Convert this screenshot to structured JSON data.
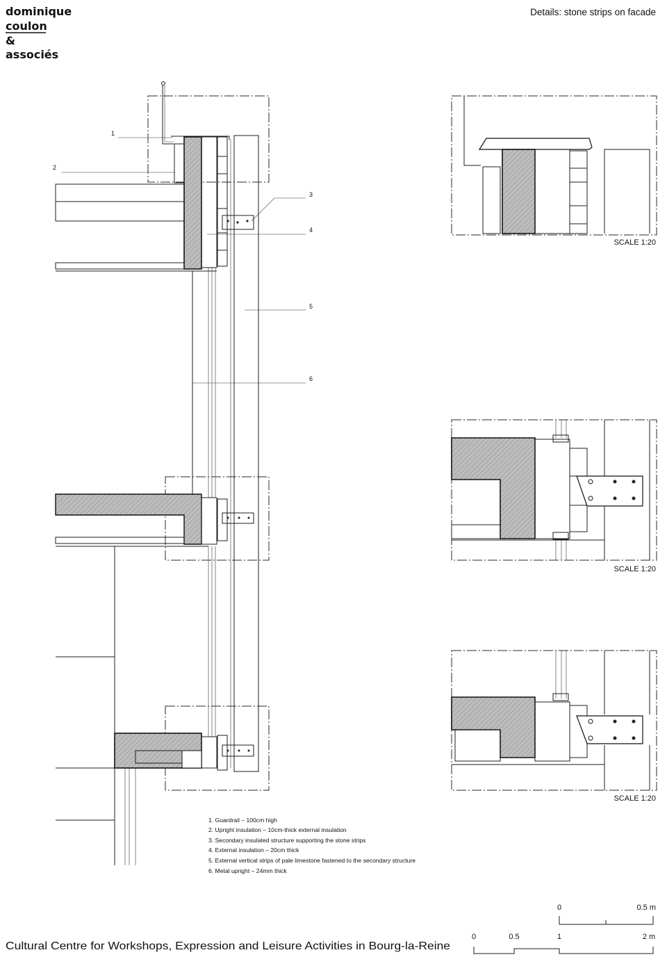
{
  "logo": {
    "line1": "dominique",
    "line2": "coulon",
    "line3": "&",
    "line4": "associés"
  },
  "sheet_title": "Details: stone strips on facade",
  "callouts": [
    "1",
    "2",
    "3",
    "4",
    "5",
    "6"
  ],
  "scale_labels": [
    "SCALE 1:20",
    "SCALE 1:20",
    "SCALE 1:20"
  ],
  "legend": [
    "1.  Guardrail – 100cm high",
    "2.  Upright insulation – 10cm-thick external insulation",
    "3.  Secondary insulated structure supporting the stone strips",
    "4.  External insulation – 20cm thick",
    "5.  External vertical strips of pale limestone fastened to the secondary structure",
    "6.  Metal upright – 24mm thick"
  ],
  "scale_bar_small": {
    "start": "0",
    "end": "0.5 m"
  },
  "scale_bar_large": {
    "labels": [
      "0",
      "0.5",
      "1",
      "2 m"
    ]
  },
  "project_title": "Cultural Centre for Workshops, Expression and Leisure Activities in Bourg-la-Reine"
}
